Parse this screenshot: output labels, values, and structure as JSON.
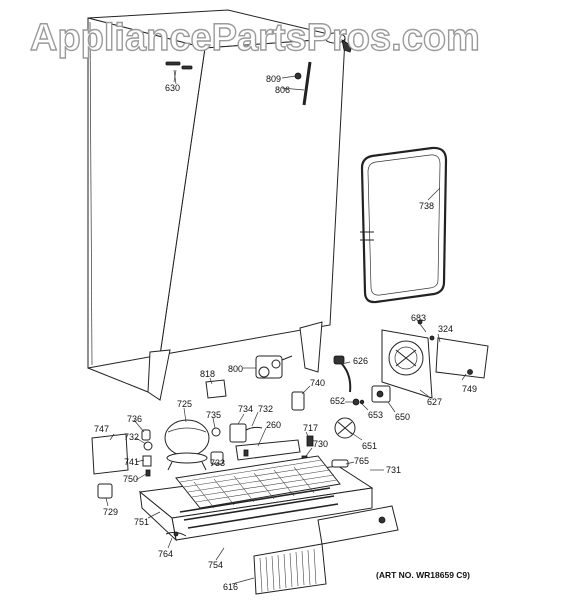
{
  "watermark": "AppliancePartsPros.com",
  "art_number": "(ART NO. WR18659 C9)",
  "callouts": {
    "c630": "630",
    "c809": "809",
    "c806": "806",
    "c738": "738",
    "c683": "683",
    "c324": "324",
    "c749": "749",
    "c626": "626",
    "c627": "627",
    "c650": "650",
    "c652": "652",
    "c653": "653",
    "c651": "651",
    "c800": "800",
    "c740": "740",
    "c818": "818",
    "c736": "736",
    "c725": "725",
    "c735": "735",
    "c734": "734",
    "c732a": "732",
    "c732b": "732",
    "c747": "747",
    "c741": "741",
    "c733": "733",
    "c260": "260",
    "c717": "717",
    "c730": "730",
    "c750": "750",
    "c765": "765",
    "c731": "731",
    "c729": "729",
    "c751": "751",
    "c764": "764",
    "c754": "754",
    "c616": "616"
  }
}
